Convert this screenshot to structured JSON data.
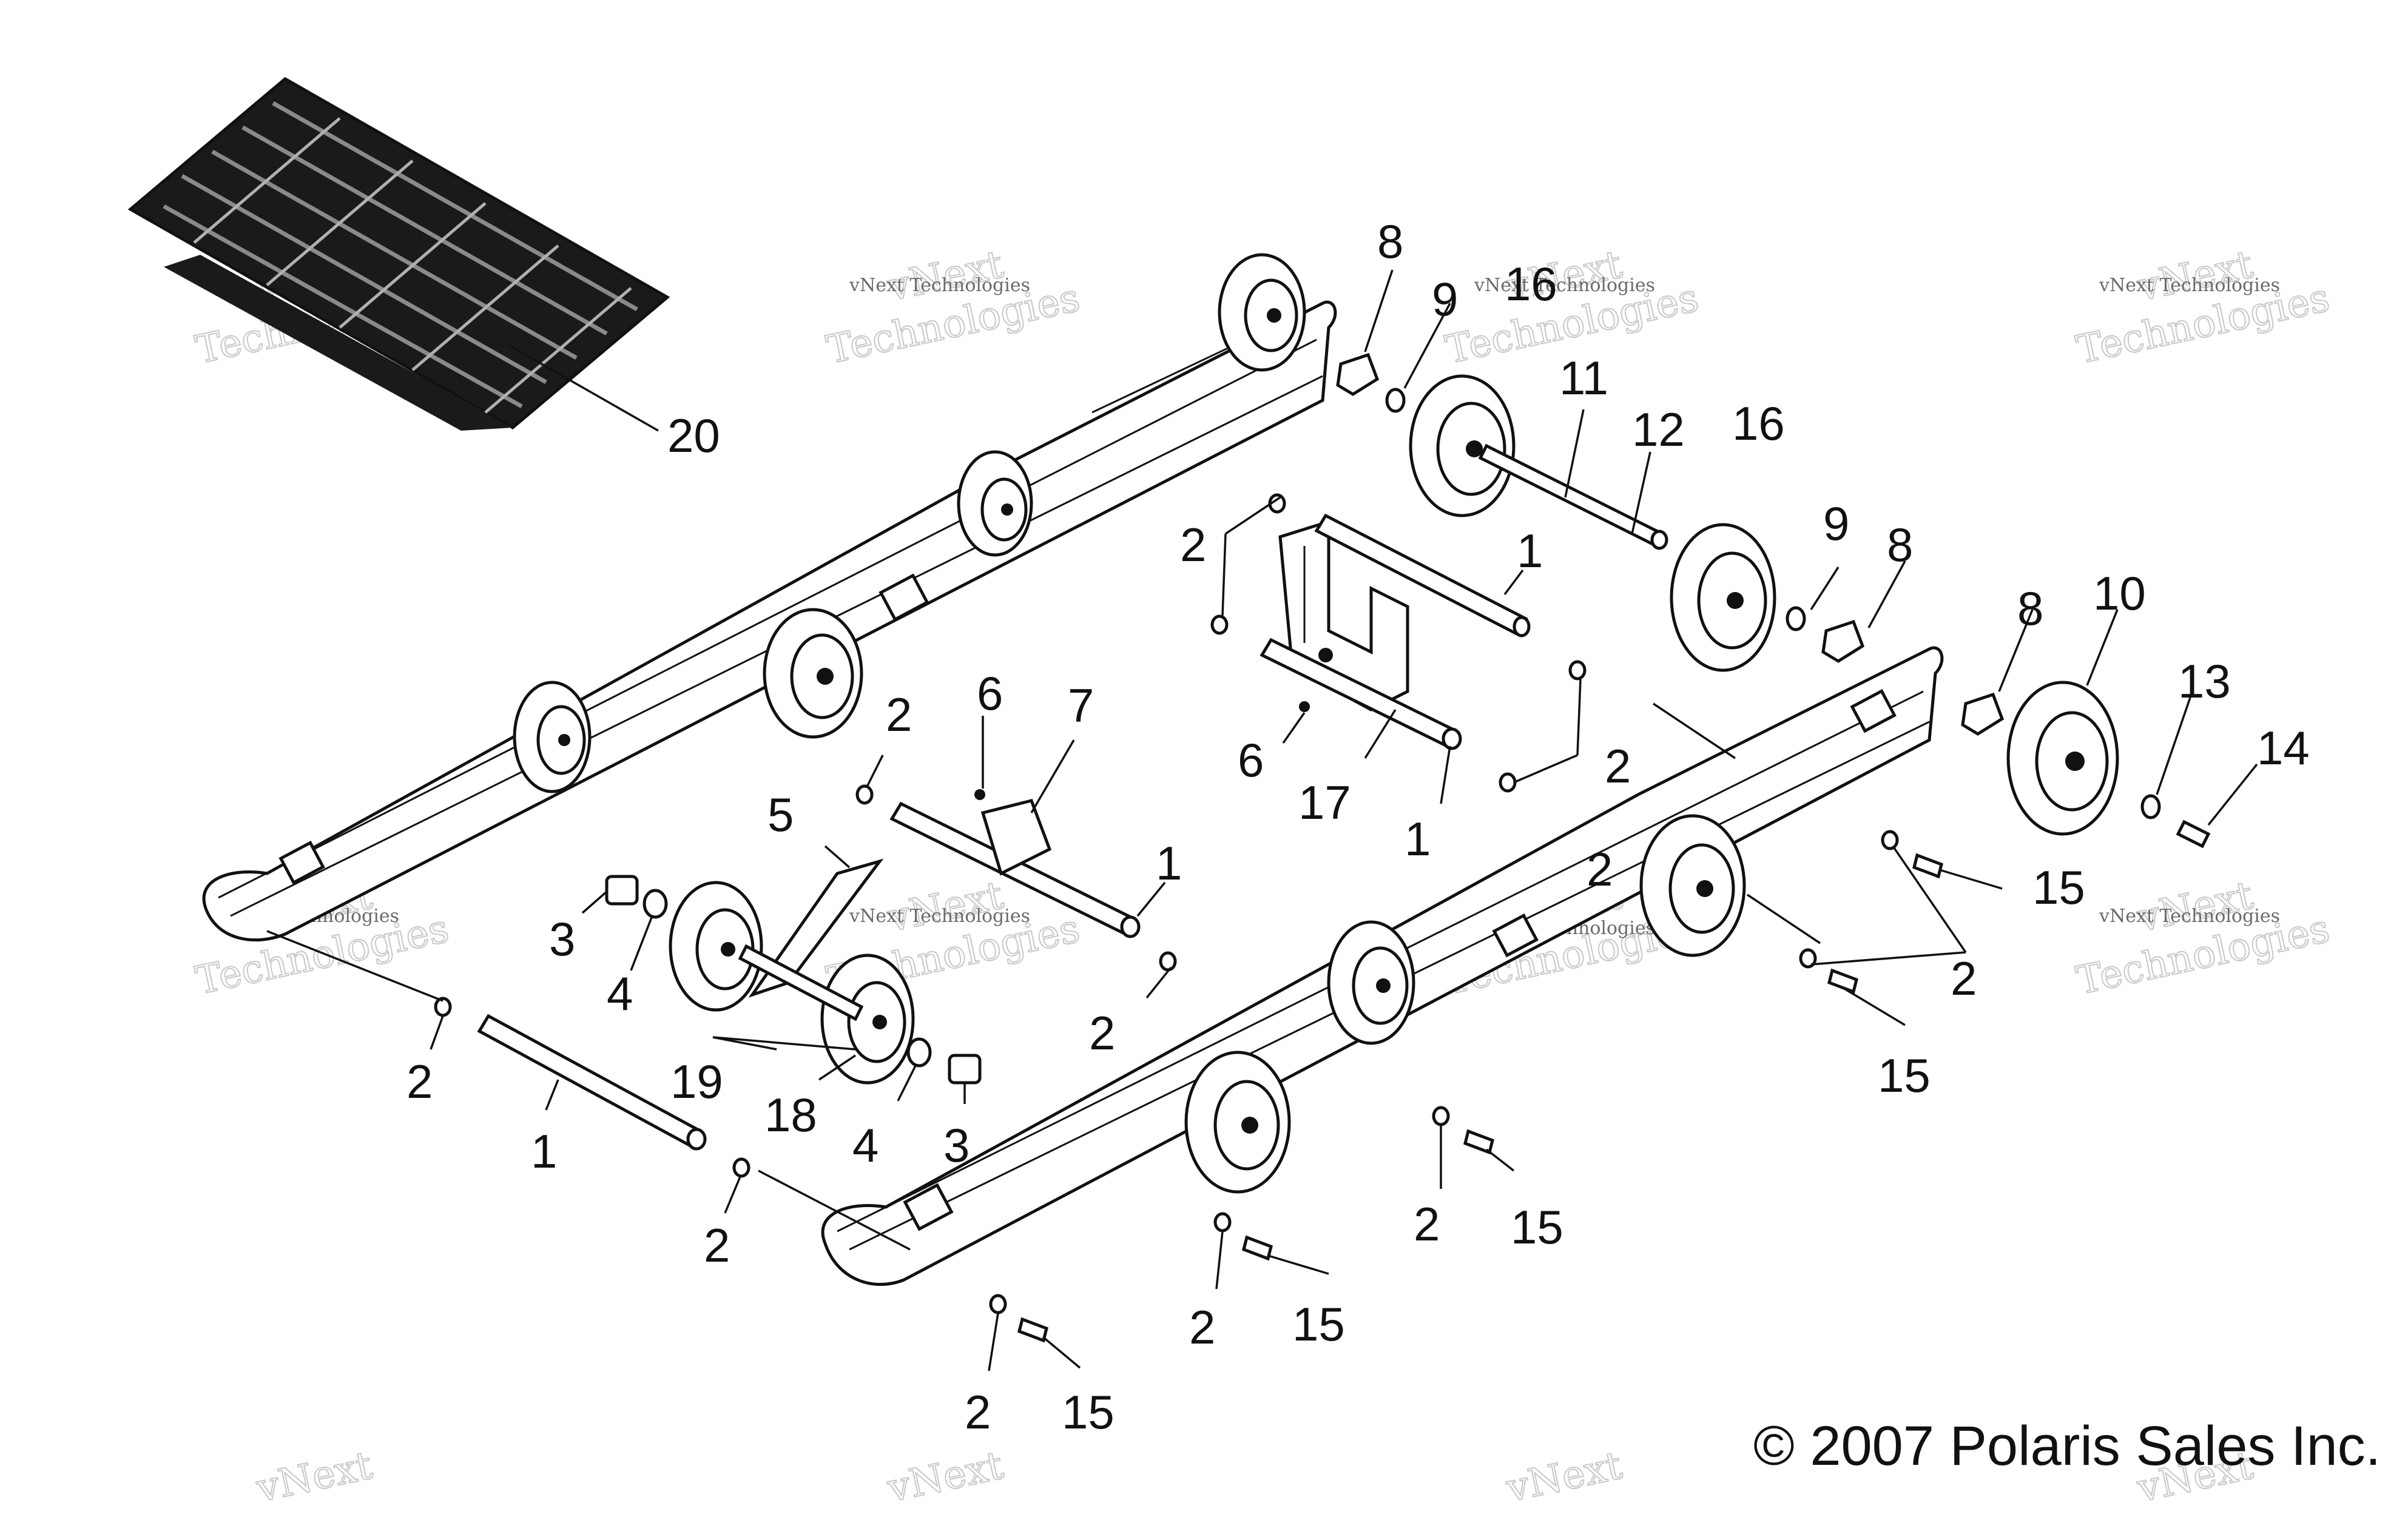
{
  "diagram": {
    "copyright": "© 2007 Polaris Sales Inc.",
    "watermarks": {
      "line1": "vNext",
      "line2": "Technologies",
      "small": "vNext Technologies"
    },
    "callouts": [
      {
        "id": "c-20",
        "text": "20"
      },
      {
        "id": "c-8a",
        "text": "8"
      },
      {
        "id": "c-9a",
        "text": "9"
      },
      {
        "id": "c-16a",
        "text": "16"
      },
      {
        "id": "c-11",
        "text": "11"
      },
      {
        "id": "c-12",
        "text": "12"
      },
      {
        "id": "c-16b",
        "text": "16"
      },
      {
        "id": "c-9b",
        "text": "9"
      },
      {
        "id": "c-8b",
        "text": "8"
      },
      {
        "id": "c-8c",
        "text": "8"
      },
      {
        "id": "c-10",
        "text": "10"
      },
      {
        "id": "c-13",
        "text": "13"
      },
      {
        "id": "c-14",
        "text": "14"
      },
      {
        "id": "c-2a",
        "text": "2"
      },
      {
        "id": "c-1a",
        "text": "1"
      },
      {
        "id": "c-2b",
        "text": "2"
      },
      {
        "id": "c-6a",
        "text": "6"
      },
      {
        "id": "c-7",
        "text": "7"
      },
      {
        "id": "c-6b",
        "text": "6"
      },
      {
        "id": "c-17",
        "text": "17"
      },
      {
        "id": "c-1b",
        "text": "1"
      },
      {
        "id": "c-2c",
        "text": "2"
      },
      {
        "id": "c-5",
        "text": "5"
      },
      {
        "id": "c-1c",
        "text": "1"
      },
      {
        "id": "c-15a",
        "text": "15"
      },
      {
        "id": "c-3a",
        "text": "3"
      },
      {
        "id": "c-4a",
        "text": "4"
      },
      {
        "id": "c-2d",
        "text": "2"
      },
      {
        "id": "c-2e",
        "text": "2"
      },
      {
        "id": "c-19",
        "text": "19"
      },
      {
        "id": "c-18",
        "text": "18"
      },
      {
        "id": "c-4b",
        "text": "4"
      },
      {
        "id": "c-3b",
        "text": "3"
      },
      {
        "id": "c-1d",
        "text": "1"
      },
      {
        "id": "c-2f",
        "text": "2"
      },
      {
        "id": "c-15b",
        "text": "15"
      },
      {
        "id": "c-2g",
        "text": "2"
      },
      {
        "id": "c-15c",
        "text": "15"
      },
      {
        "id": "c-2h",
        "text": "2"
      },
      {
        "id": "c-2i",
        "text": "2"
      },
      {
        "id": "c-15d",
        "text": "15"
      },
      {
        "id": "c-2j",
        "text": "2"
      },
      {
        "id": "c-15e",
        "text": "15"
      },
      {
        "id": "c-2k",
        "text": "2"
      }
    ]
  }
}
